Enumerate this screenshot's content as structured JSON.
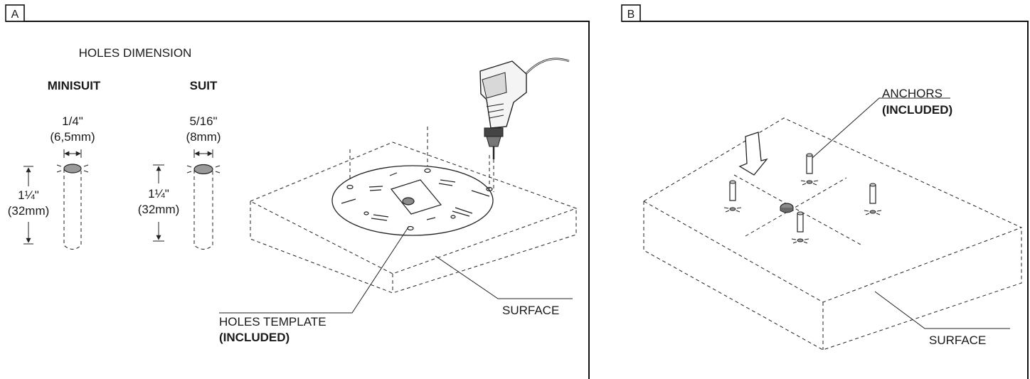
{
  "panel_a": {
    "label": "A",
    "heading": "HOLES DIMENSION",
    "minisuit": {
      "name": "MINISUIT",
      "diameter_in": "1/4\"",
      "diameter_mm": "(6,5mm)",
      "depth_in": "1¼\"",
      "depth_mm": "(32mm)"
    },
    "suit": {
      "name": "SUIT",
      "diameter_in": "5/16\"",
      "diameter_mm": "(8mm)",
      "depth_in": "1¼\"",
      "depth_mm": "(32mm)"
    },
    "template_label": "HOLES TEMPLATE",
    "template_note": "(INCLUDED)",
    "surface_label": "SURFACE"
  },
  "panel_b": {
    "label": "B",
    "anchors_label": "ANCHORS",
    "anchors_note": "(INCLUDED)",
    "surface_label": "SURFACE"
  },
  "icons": [
    "drill-icon",
    "down-arrow-icon",
    "anchor-icon",
    "screw-icon"
  ]
}
